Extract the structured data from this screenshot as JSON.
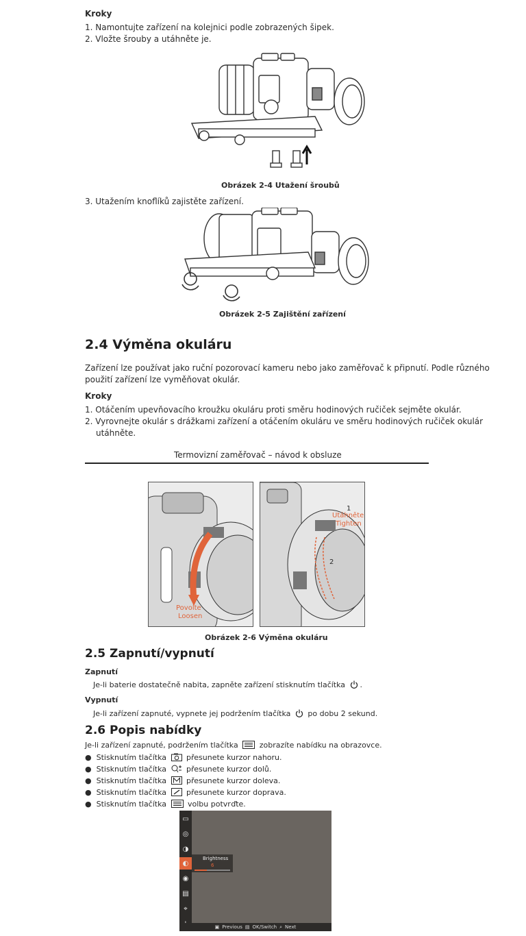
{
  "section1": {
    "steps_heading": "Kroky",
    "steps": [
      "1. Namontujte zařízení na kolejnici podle zobrazených šipek.",
      "2. Vložte šrouby a utáhněte je."
    ],
    "figure1_caption": "Obrázek 2-4 Utažení šroubů",
    "step3": "3. Utažením knoflíků zajistěte zařízení.",
    "figure2_caption": "Obrázek 2-5 Zajištění zařízení"
  },
  "section_2_4": {
    "title": "2.4 Výměna okuláru",
    "paragraph_line1": "Zařízení lze používat jako ruční pozorovací kameru nebo jako zaměřovač k připnutí. Podle různého",
    "paragraph_line2": "použití zařízení lze vyměňovat okulár.",
    "steps_heading": "Kroky",
    "step1": "1. Otáčením upevňovacího kroužku okuláru proti směru hodinových ručiček sejměte okulár.",
    "step2_line1": "2. Vyrovnejte okulár s drážkami zařízení a otáčením okuláru ve směru hodinových ručiček okulár",
    "step2_line2": "utáhněte."
  },
  "page_header": "Termovizní zaměřovač – návod k obsluze",
  "figure3": {
    "label_left_cz": "Povolte",
    "label_left_en": "Loosen",
    "label_num1": "1",
    "label_right_cz": "Utáhněte",
    "label_right_en": "Tighten",
    "label_num2": "2",
    "caption": "Obrázek 2-6 Výměna okuláru",
    "accent_color": "#e0643a"
  },
  "section_2_5": {
    "title": "2.5 Zapnutí/vypnutí",
    "on_heading": "Zapnutí",
    "on_text_before": "Je-li baterie dostatečně nabita, zapněte zařízení stisknutím tlačítka",
    "on_text_after": ".",
    "off_heading": "Vypnutí",
    "off_text_before": "Je-li zařízení zapnuté, vypnete jej podržením tlačítka",
    "off_text_after": "po dobu 2 sekund."
  },
  "section_2_6": {
    "title": "2.6 Popis nabídky",
    "intro_before": "Je-li zařízení zapnuté, podržením tlačítka",
    "intro_after": "zobrazíte nabídku na obrazovce.",
    "bullets": [
      {
        "before": "Stisknutím tlačítka",
        "icon": "camera-icon",
        "after": "přesunete kurzor nahoru."
      },
      {
        "before": "Stisknutím tlačítka",
        "icon": "zoom-icon",
        "after": "přesunete kurzor dolů."
      },
      {
        "before": "Stisknutím tlačítka",
        "icon": "m-icon",
        "after": "přesunete kurzor doleva."
      },
      {
        "before": "Stisknutím tlačítka",
        "icon": "edit-icon",
        "after": "přesunete kurzor doprava."
      },
      {
        "before": "Stisknutím tlačítka",
        "icon": "menu-icon",
        "after": "volbu potvrďte."
      }
    ]
  },
  "menu_screen": {
    "brightness_label": "Brightness",
    "brightness_value": "6",
    "brightness_level": 0.35,
    "footer_previous": "Previous",
    "footer_ok": "OK/Switch",
    "footer_next": "Next",
    "bg_color": "#6a6560",
    "sidebar_color": "#2d2b29",
    "accent_color": "#e0643a"
  }
}
